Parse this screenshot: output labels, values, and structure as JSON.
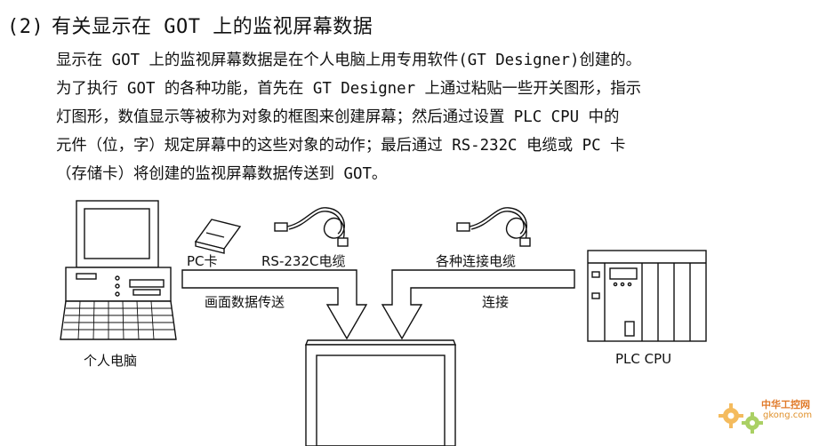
{
  "section": {
    "number": "(2)",
    "title": "有关显示在 GOT 上的监视屏幕数据"
  },
  "paragraph": {
    "lines": [
      "显示在 GOT 上的监视屏幕数据是在个人电脑上用专用软件(GT Designer)创建的。",
      "为了执行 GOT 的各种功能，首先在 GT Designer 上通过粘贴一些开关图形，指示",
      "灯图形，数值显示等被称为对象的框图来创建屏幕；然后通过设置 PLC  CPU 中的",
      "元件（位，字）规定屏幕中的这些对象的动作；最后通过 RS-232C 电缆或 PC 卡",
      "（存储卡）将创建的监视屏幕数据传送到 GOT。"
    ]
  },
  "diagram": {
    "pc_card_label": "PC卡",
    "rs232c_label": "RS-232C电缆",
    "cable_label": "各种连接电缆",
    "transfer_label": "画面数据传送",
    "connect_label": "连接",
    "computer_label": "个人电脑",
    "plc_label": "PLC CPU"
  },
  "watermark": {
    "title": "中华工控网",
    "url": "gkong.com"
  }
}
